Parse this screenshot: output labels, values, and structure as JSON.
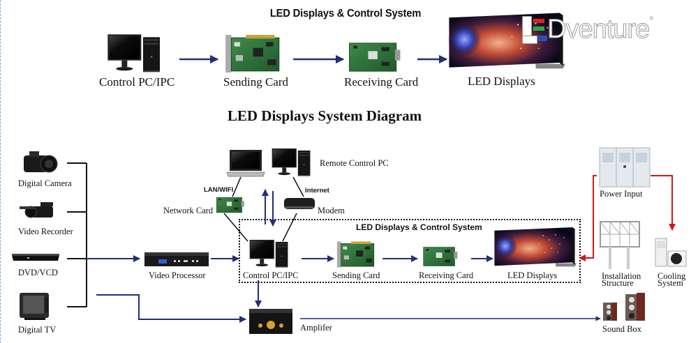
{
  "top_section": {
    "title": "LED Displays & Control System",
    "nodes": [
      {
        "id": "control-pc",
        "label": "Control PC/IPC",
        "icon": "desktop-pc-icon"
      },
      {
        "id": "sending-card",
        "label": "Sending Card",
        "icon": "sending-card-icon"
      },
      {
        "id": "receiving-card",
        "label": "Receiving Card",
        "icon": "receiving-card-icon"
      },
      {
        "id": "led-displays",
        "label": "LED Displays",
        "icon": "led-display-icon"
      }
    ]
  },
  "logo": {
    "text": "Dventure",
    "prefix_letter": "L",
    "registered_mark": "®",
    "stripe_colors": [
      "#e02020",
      "#2fa84a",
      "#2a4fb0"
    ]
  },
  "diagram": {
    "title": "LED Displays System Diagram",
    "sources": [
      {
        "label": "Digital Camera",
        "icon": "camera-icon"
      },
      {
        "label": "Video Recorder",
        "icon": "video-recorder-icon"
      },
      {
        "label": "DVD/VCD",
        "icon": "dvd-player-icon"
      },
      {
        "label": "Digital TV",
        "icon": "tv-icon"
      }
    ],
    "video_processor": {
      "label": "Video Processor",
      "icon": "video-processor-icon"
    },
    "remote": {
      "laptop_icon": "laptop-icon",
      "remote_pc_label": "Remote Control PC",
      "lan_label": "LAN/WIFI",
      "internet_label": "Internet",
      "network_card_label": "Network Card",
      "modem_label": "Modem"
    },
    "control_system": {
      "title": "LED Displays & Control System",
      "nodes": [
        {
          "label": "Control PC/IPC",
          "icon": "desktop-pc-icon"
        },
        {
          "label": "Sending Card",
          "icon": "sending-card-icon"
        },
        {
          "label": "Receiving Card",
          "icon": "receiving-card-icon"
        },
        {
          "label": "LED Displays",
          "icon": "led-display-icon"
        }
      ]
    },
    "amplifier": {
      "label": "Amplifer",
      "icon": "amplifier-icon"
    },
    "sound_box": {
      "label": "Sound Box",
      "icon": "speaker-icon"
    },
    "power_input": {
      "label": "Power Input",
      "icon": "power-cabinet-icon"
    },
    "installation": {
      "label_line1": "Installation",
      "label_line2": "Structure",
      "icon": "steel-frame-icon"
    },
    "cooling": {
      "label_line1": "Cooling",
      "label_line2": "System",
      "icon": "air-conditioner-icon"
    }
  },
  "colors": {
    "signal_arrow": "#1f2f78",
    "power_arrow": "#d01818",
    "wire": "#111111"
  }
}
